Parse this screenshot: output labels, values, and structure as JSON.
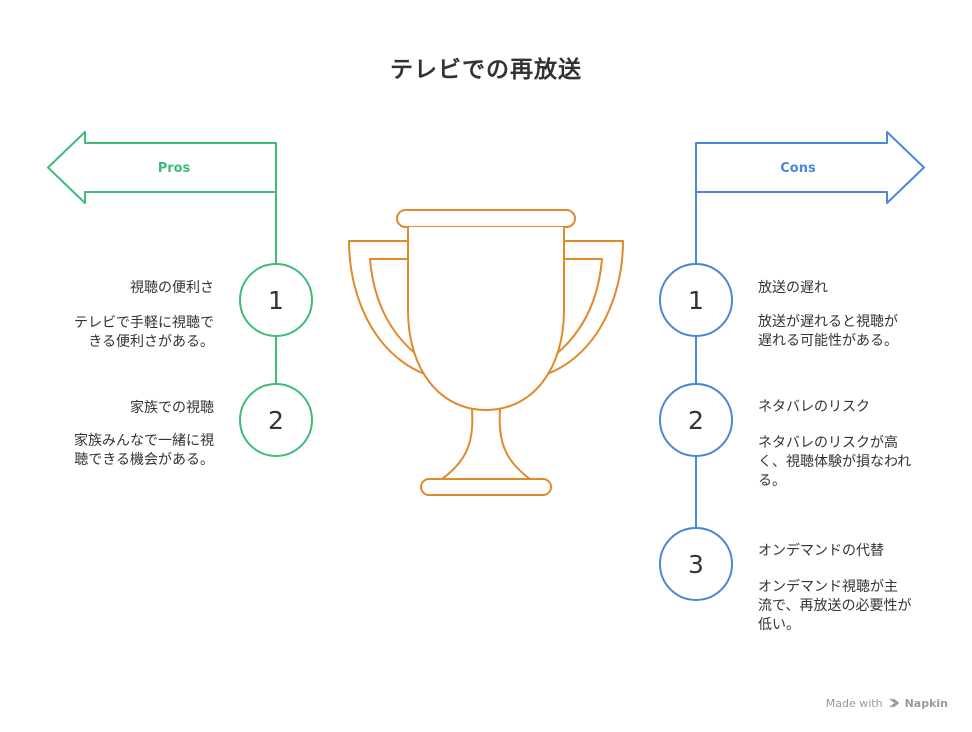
{
  "title": "テレビでの再放送",
  "colors": {
    "pros": "#3dbd79",
    "cons": "#4a86d9",
    "trophy": "#e08a2c",
    "text": "#333333"
  },
  "pros": {
    "label": "Pros",
    "items": [
      {
        "number": "1",
        "heading": "視聴の便利さ",
        "desc_line1": "テレビで手軽に視聴で",
        "desc_line2": "きる便利さがある。"
      },
      {
        "number": "2",
        "heading": "家族での視聴",
        "desc_line1": "家族みんなで一緒に視",
        "desc_line2": "聴できる機会がある。"
      }
    ]
  },
  "cons": {
    "label": "Cons",
    "items": [
      {
        "number": "1",
        "heading": "放送の遅れ",
        "desc_line1": "放送が遅れると視聴が",
        "desc_line2": "遅れる可能性がある。",
        "desc_line3": ""
      },
      {
        "number": "2",
        "heading": "ネタバレのリスク",
        "desc_line1": "ネタバレのリスクが高",
        "desc_line2": "く、視聴体験が損なわれ",
        "desc_line3": "る。"
      },
      {
        "number": "3",
        "heading": "オンデマンドの代替",
        "desc_line1": "オンデマンド視聴が主",
        "desc_line2": "流で、再放送の必要性が",
        "desc_line3": "低い。"
      }
    ]
  },
  "footer": {
    "made_with": "Made with",
    "brand": "Napkin",
    "logo_icon": "napkin-logo-icon"
  }
}
